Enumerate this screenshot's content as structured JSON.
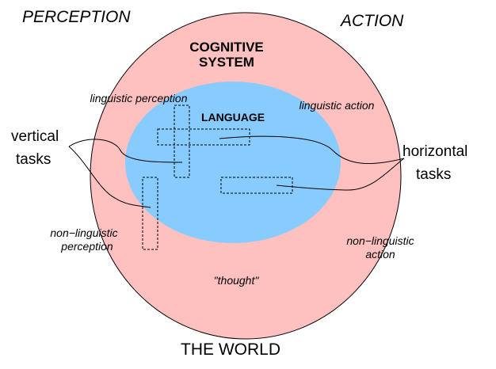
{
  "corners": {
    "perception": "PERCEPTION",
    "action": "ACTION",
    "world": "THE WORLD"
  },
  "outer_region": {
    "label_line1": "COGNITIVE",
    "label_line2": "SYSTEM",
    "color": "#FFC0C0"
  },
  "inner_region": {
    "label": "LANGUAGE",
    "color": "#88CCFF"
  },
  "sub_labels": {
    "linguistic_perception": "linguistic perception",
    "linguistic_action": "linguistic action",
    "non_linguistic_perception_1": "non−linguistic",
    "non_linguistic_perception_2": "perception",
    "non_linguistic_action_1": "non−linguistic",
    "non_linguistic_action_2": "action",
    "thought": "\"thought\""
  },
  "tasks": {
    "vertical_1": "vertical",
    "vertical_2": "tasks",
    "horizontal_1": "horizontal",
    "horizontal_2": "tasks"
  }
}
